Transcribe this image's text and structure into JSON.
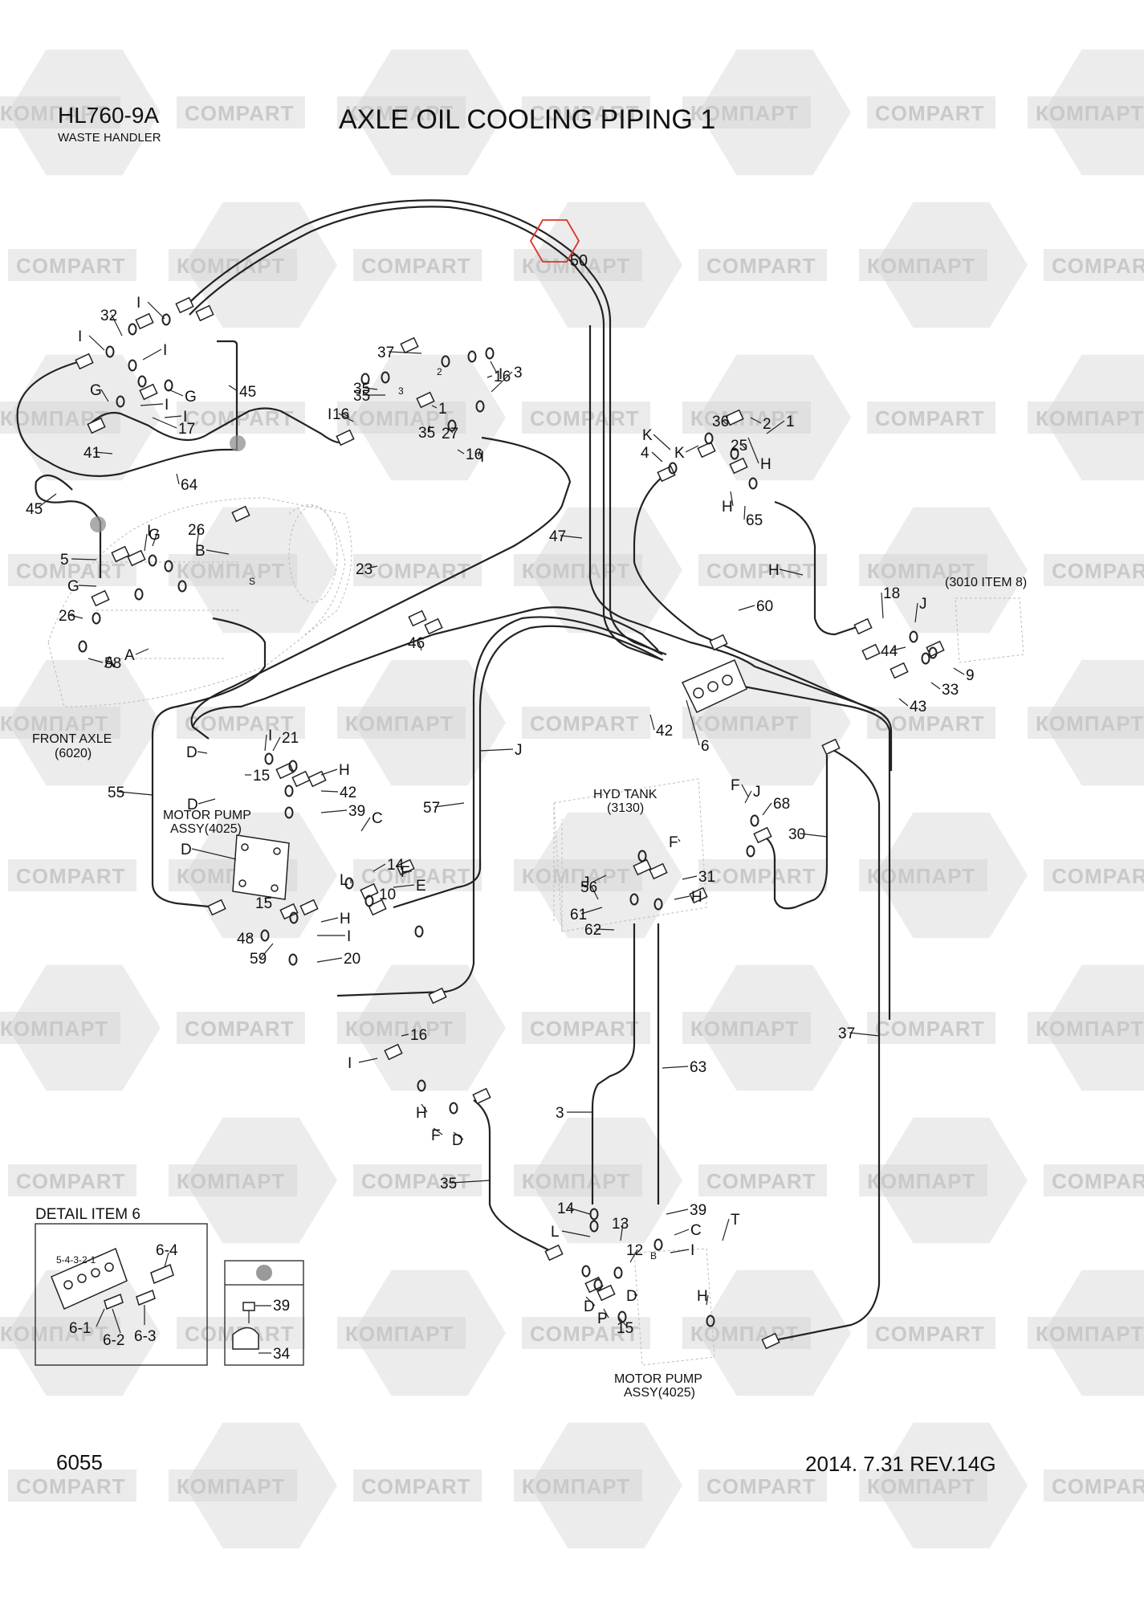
{
  "header": {
    "model": "HL760-9A",
    "subtitle": "WASTE HANDLER",
    "title": "AXLE OIL COOLING PIPING 1"
  },
  "footer": {
    "page_code": "6055",
    "revision": "2014. 7.31  REV.14G"
  },
  "watermark": {
    "text_latin": "COMPART",
    "text_cyrillic": "КОМПАРТ"
  },
  "highlight_color": "#d9342b",
  "highlighted_item": "50",
  "assembly_labels": {
    "front_axle": "FRONT AXLE",
    "front_axle_ref": "(6020)",
    "motor_pump_top": "MOTOR PUMP",
    "motor_pump_top_ref": "ASSY(4025)",
    "hyd_tank": "HYD TANK",
    "hyd_tank_ref": "(3130)",
    "item_3010": "(3010 ITEM 8)",
    "motor_pump_bottom": "MOTOR PUMP",
    "motor_pump_bottom_ref": "ASSY(4025)"
  },
  "detail": {
    "title": "DETAIL ITEM 6",
    "labels": [
      "6-1",
      "6-2",
      "6-3",
      "6-4"
    ],
    "ports": "5-4-3-2-1"
  },
  "clamp_detail": {
    "labels": [
      "39",
      "34"
    ]
  },
  "port_marks": [
    "B",
    "T",
    "L",
    "S",
    "P",
    "1",
    "2",
    "3",
    "4",
    "5"
  ],
  "callouts": [
    "50",
    "32",
    "I",
    "I",
    "I",
    "I",
    "I",
    "G",
    "G",
    "17",
    "41",
    "64",
    "45",
    "45",
    "37",
    "35",
    "35",
    "2",
    "3",
    "1",
    "16",
    "16",
    "16",
    "I",
    "I",
    "I",
    "3",
    "35",
    "27",
    "K",
    "K",
    "H",
    "4",
    "2",
    "36",
    "1",
    "25",
    "H",
    "65",
    "47",
    "23",
    "5",
    "I",
    "G",
    "26",
    "B",
    "G",
    "26",
    "A",
    "A",
    "S",
    "58",
    "46",
    "60",
    "H",
    "18",
    "J",
    "44",
    "9",
    "33",
    "43",
    "6",
    "42",
    "I",
    "21",
    "H",
    "D",
    "15",
    "42",
    "D",
    "39",
    "C",
    "14",
    "L",
    "F",
    "10",
    "E",
    "D",
    "15",
    "H",
    "I",
    "20",
    "48",
    "59",
    "55",
    "57",
    "J",
    "30",
    "F",
    "J",
    "68",
    "F",
    "J",
    "31",
    "H",
    "56",
    "61",
    "62",
    "63",
    "37",
    "3",
    "35",
    "16",
    "I",
    "H",
    "F",
    "D",
    "14",
    "39",
    "13",
    "C",
    "T",
    "L",
    "I",
    "12",
    "B",
    "D",
    "P",
    "D",
    "15",
    "H"
  ]
}
